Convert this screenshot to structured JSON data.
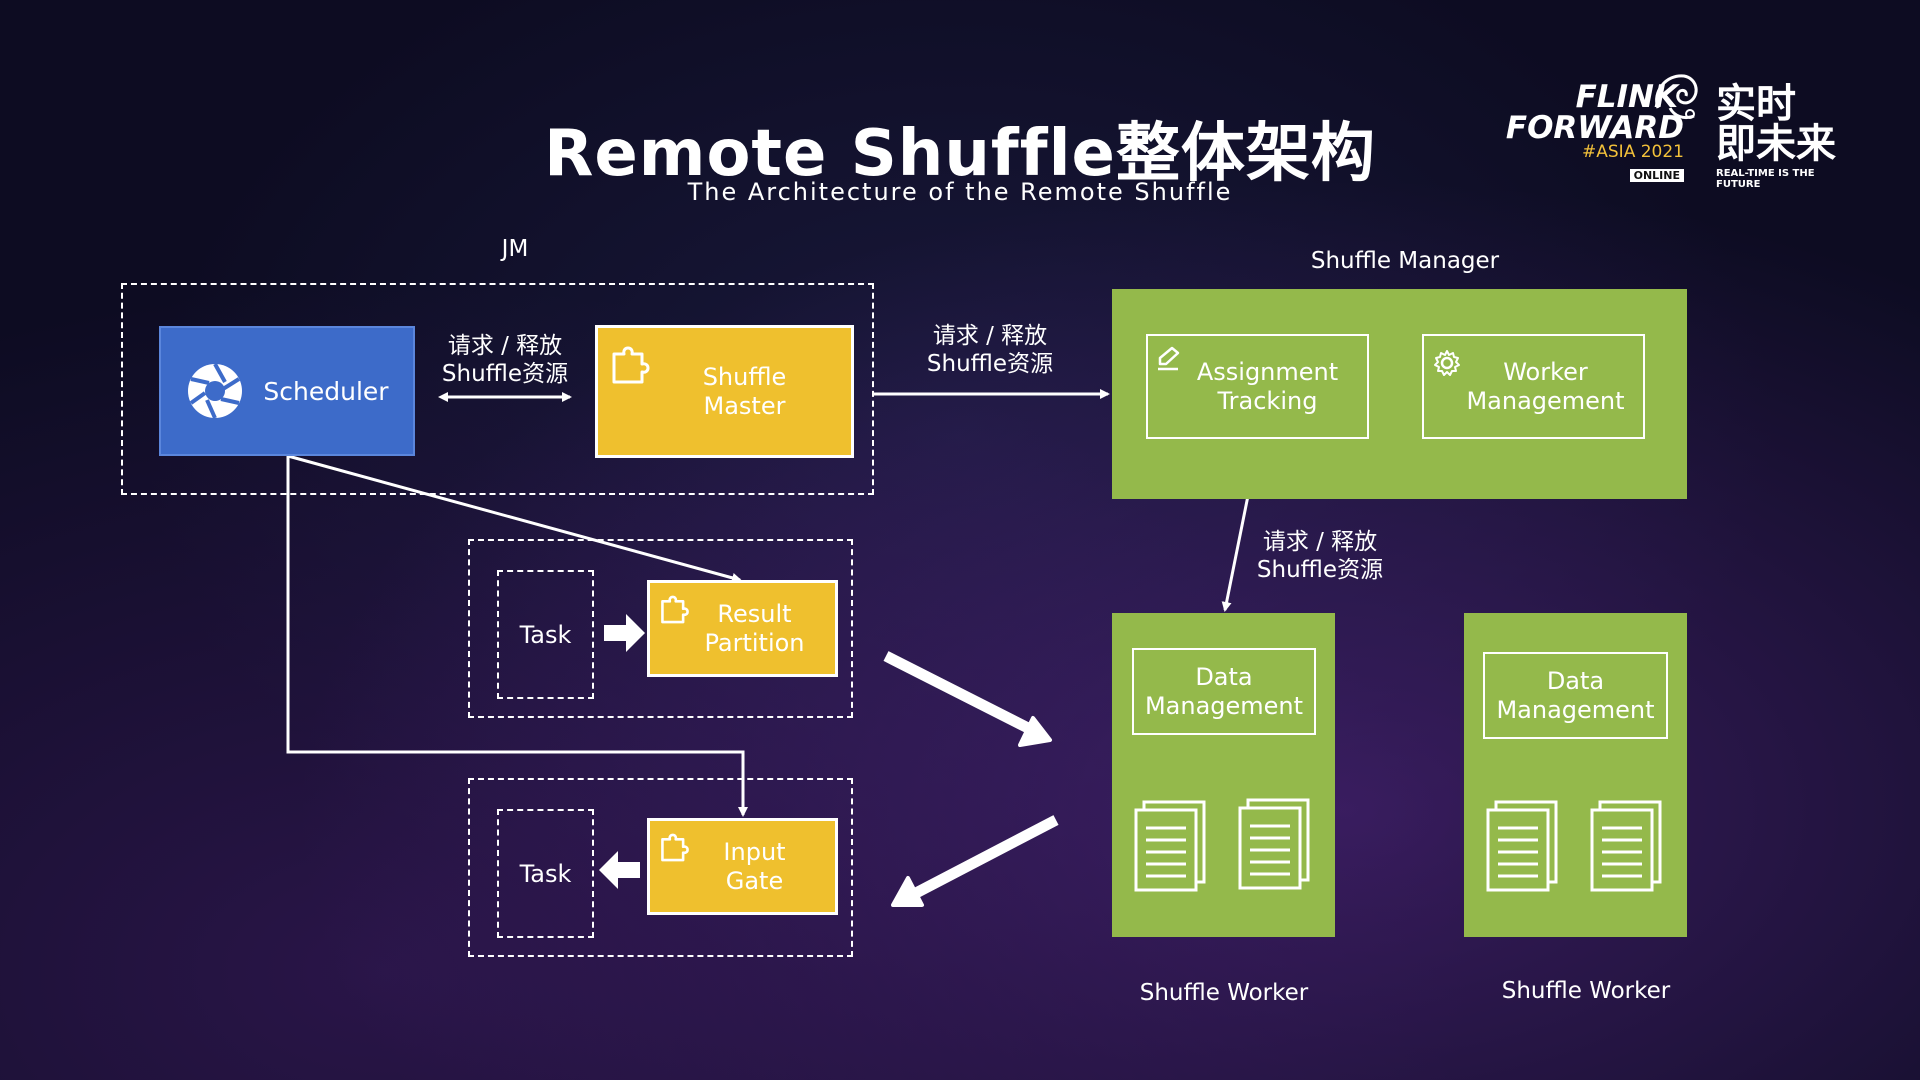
{
  "header": {
    "title": "Remote Shuffle整体架构",
    "subtitle": "The Architecture of the Remote Shuffle"
  },
  "logo": {
    "line1": "FLINK",
    "line2": "FORWARD",
    "asia": "#ASIA 2021",
    "online": "ONLINE",
    "cn_line1": "实时",
    "cn_line2": "即未来",
    "tagline": "REAL-TIME IS THE FUTURE"
  },
  "diagram": {
    "jm_label": "JM",
    "scheduler": "Scheduler",
    "shuffle_master": "Shuffle\nMaster",
    "req_label_1": "请求 / 释放\nShuffle资源",
    "req_label_2": "请求 / 释放\nShuffle资源",
    "req_label_3": "请求 / 释放\nShuffle资源",
    "shuffle_manager_label": "Shuffle Manager",
    "assignment_tracking": "Assignment\nTracking",
    "worker_management": "Worker\nManagement",
    "task_1": "Task",
    "task_2": "Task",
    "result_partition": "Result\nPartition",
    "input_gate": "Input\nGate",
    "data_management_1": "Data\nManagement",
    "data_management_2": "Data\nManagement",
    "shuffle_worker_1": "Shuffle Worker",
    "shuffle_worker_2": "Shuffle Worker"
  },
  "colors": {
    "scheduler_blue": "#3d6bc9",
    "component_yellow": "#efc02e",
    "manager_green": "#94b94b"
  }
}
